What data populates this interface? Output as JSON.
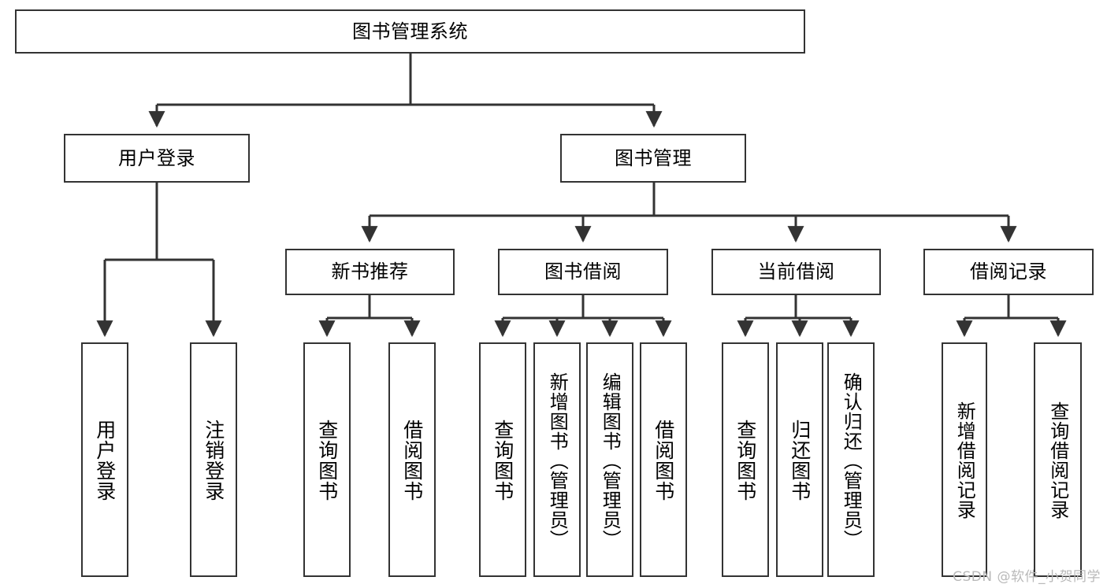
{
  "diagram": {
    "title": "图书管理系统",
    "type": "tree-hierarchy",
    "watermark": "CSDN @软件_小贺同学",
    "colors": {
      "border": "#333333",
      "background": "#ffffff",
      "text": "#000000",
      "watermark": "#b9b9b9"
    },
    "root": {
      "label": "图书管理系统"
    },
    "level2": [
      {
        "label": "用户登录"
      },
      {
        "label": "图书管理"
      }
    ],
    "level3": [
      {
        "label": "新书推荐"
      },
      {
        "label": "图书借阅"
      },
      {
        "label": "当前借阅"
      },
      {
        "label": "借阅记录"
      }
    ],
    "leaves": {
      "user_login": [
        {
          "label": "用户登录"
        },
        {
          "label": "注销登录"
        }
      ],
      "new_book_recommend": [
        {
          "label": "查询图书"
        },
        {
          "label": "借阅图书"
        }
      ],
      "book_borrow": [
        {
          "label": "查询图书"
        },
        {
          "label": "新增图书（管理员）"
        },
        {
          "label": "编辑图书（管理员）"
        },
        {
          "label": "借阅图书"
        }
      ],
      "current_borrow": [
        {
          "label": "查询图书"
        },
        {
          "label": "归还图书"
        },
        {
          "label": "确认归还（管理员）"
        }
      ],
      "borrow_record": [
        {
          "label": "新增借阅记录"
        },
        {
          "label": "查询借阅记录"
        }
      ]
    }
  }
}
